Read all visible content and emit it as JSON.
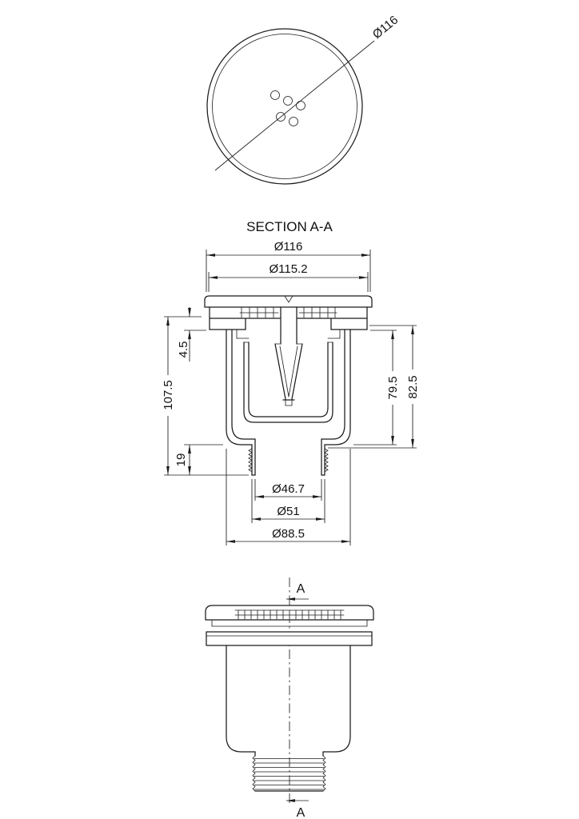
{
  "drawing": {
    "section_title": "SECTION A-A",
    "line_color": "#1b1b1b",
    "background_color": "#ffffff",
    "top_view": {
      "diameter_label": "Ø116"
    },
    "section_view": {
      "cover_diameter": "Ø116",
      "flange_diameter": "Ø115.2",
      "flange_lip_height": "4.5",
      "overall_height": "107.5",
      "outlet_length": "19",
      "body_depth": "79.5",
      "body_height": "82.5",
      "outlet_bore": "Ø46.7",
      "outlet_diameter": "Ø51",
      "body_diameter": "Ø88.5"
    },
    "front_view": {
      "section_label_top": "A",
      "section_label_bottom": "A"
    }
  }
}
